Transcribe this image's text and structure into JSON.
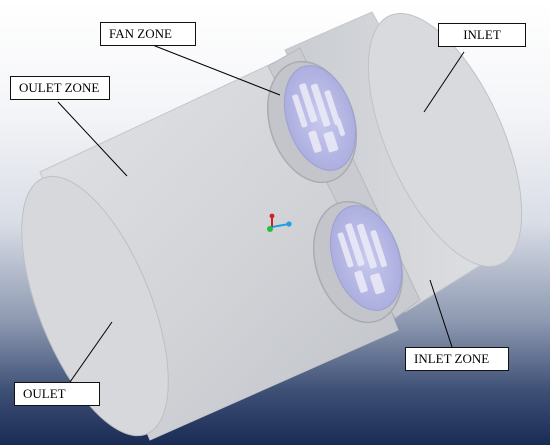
{
  "labels": {
    "fan_zone": "FAN ZONE",
    "inlet": "INLET",
    "outlet_zone": "OULET ZONE",
    "inlet_zone": "INLET ZONE",
    "outlet": "OULET"
  },
  "colors": {
    "body": "#d4d6da",
    "body_shadow": "#b8bbc1",
    "fan_disc": "#b7b9e6",
    "fan_blade": "#e9eaf7",
    "axis_x": "#20a0e0",
    "axis_y": "#d02030",
    "axis_z": "#20c040"
  }
}
